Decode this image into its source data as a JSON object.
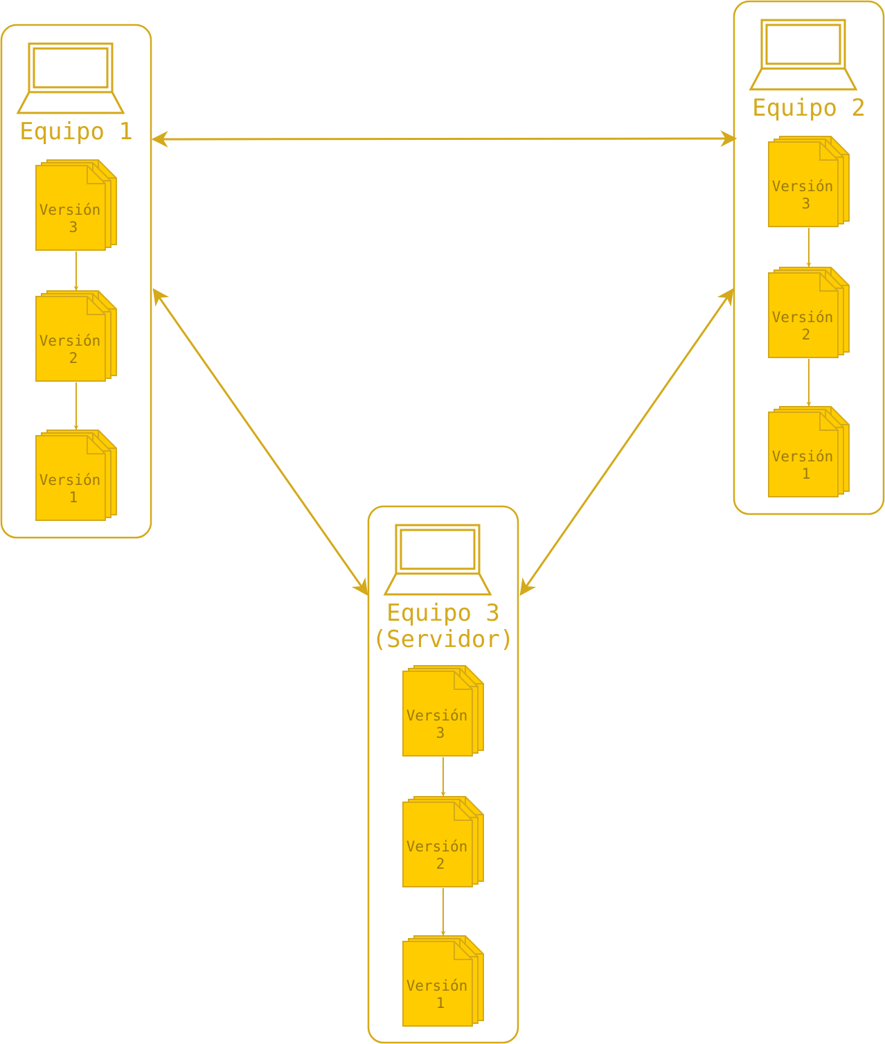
{
  "colors": {
    "stroke": "#D4A91A",
    "doc_fill": "#FFCC00",
    "doc_text": "#9A7A10",
    "background": "#FFFFFF"
  },
  "nodes": [
    {
      "id": "equipo-1",
      "label_lines": [
        "Equipo 1"
      ],
      "icon": "laptop-icon",
      "versions": [
        {
          "lines": [
            "Versión",
            "3"
          ]
        },
        {
          "lines": [
            "Versión",
            "2"
          ]
        },
        {
          "lines": [
            "Versión",
            "1"
          ]
        }
      ]
    },
    {
      "id": "equipo-2",
      "label_lines": [
        "Equipo 2"
      ],
      "icon": "laptop-icon",
      "versions": [
        {
          "lines": [
            "Versión",
            "3"
          ]
        },
        {
          "lines": [
            "Versión",
            "2"
          ]
        },
        {
          "lines": [
            "Versión",
            "1"
          ]
        }
      ]
    },
    {
      "id": "equipo-3",
      "label_lines": [
        "Equipo 3",
        "(Servidor)"
      ],
      "icon": "laptop-icon",
      "versions": [
        {
          "lines": [
            "Versión",
            "3"
          ]
        },
        {
          "lines": [
            "Versión",
            "2"
          ]
        },
        {
          "lines": [
            "Versión",
            "1"
          ]
        }
      ]
    }
  ],
  "connections": [
    {
      "from": "equipo-1",
      "to": "equipo-2",
      "direction": "both"
    },
    {
      "from": "equipo-1",
      "to": "equipo-3",
      "direction": "both"
    },
    {
      "from": "equipo-2",
      "to": "equipo-3",
      "direction": "both"
    }
  ]
}
